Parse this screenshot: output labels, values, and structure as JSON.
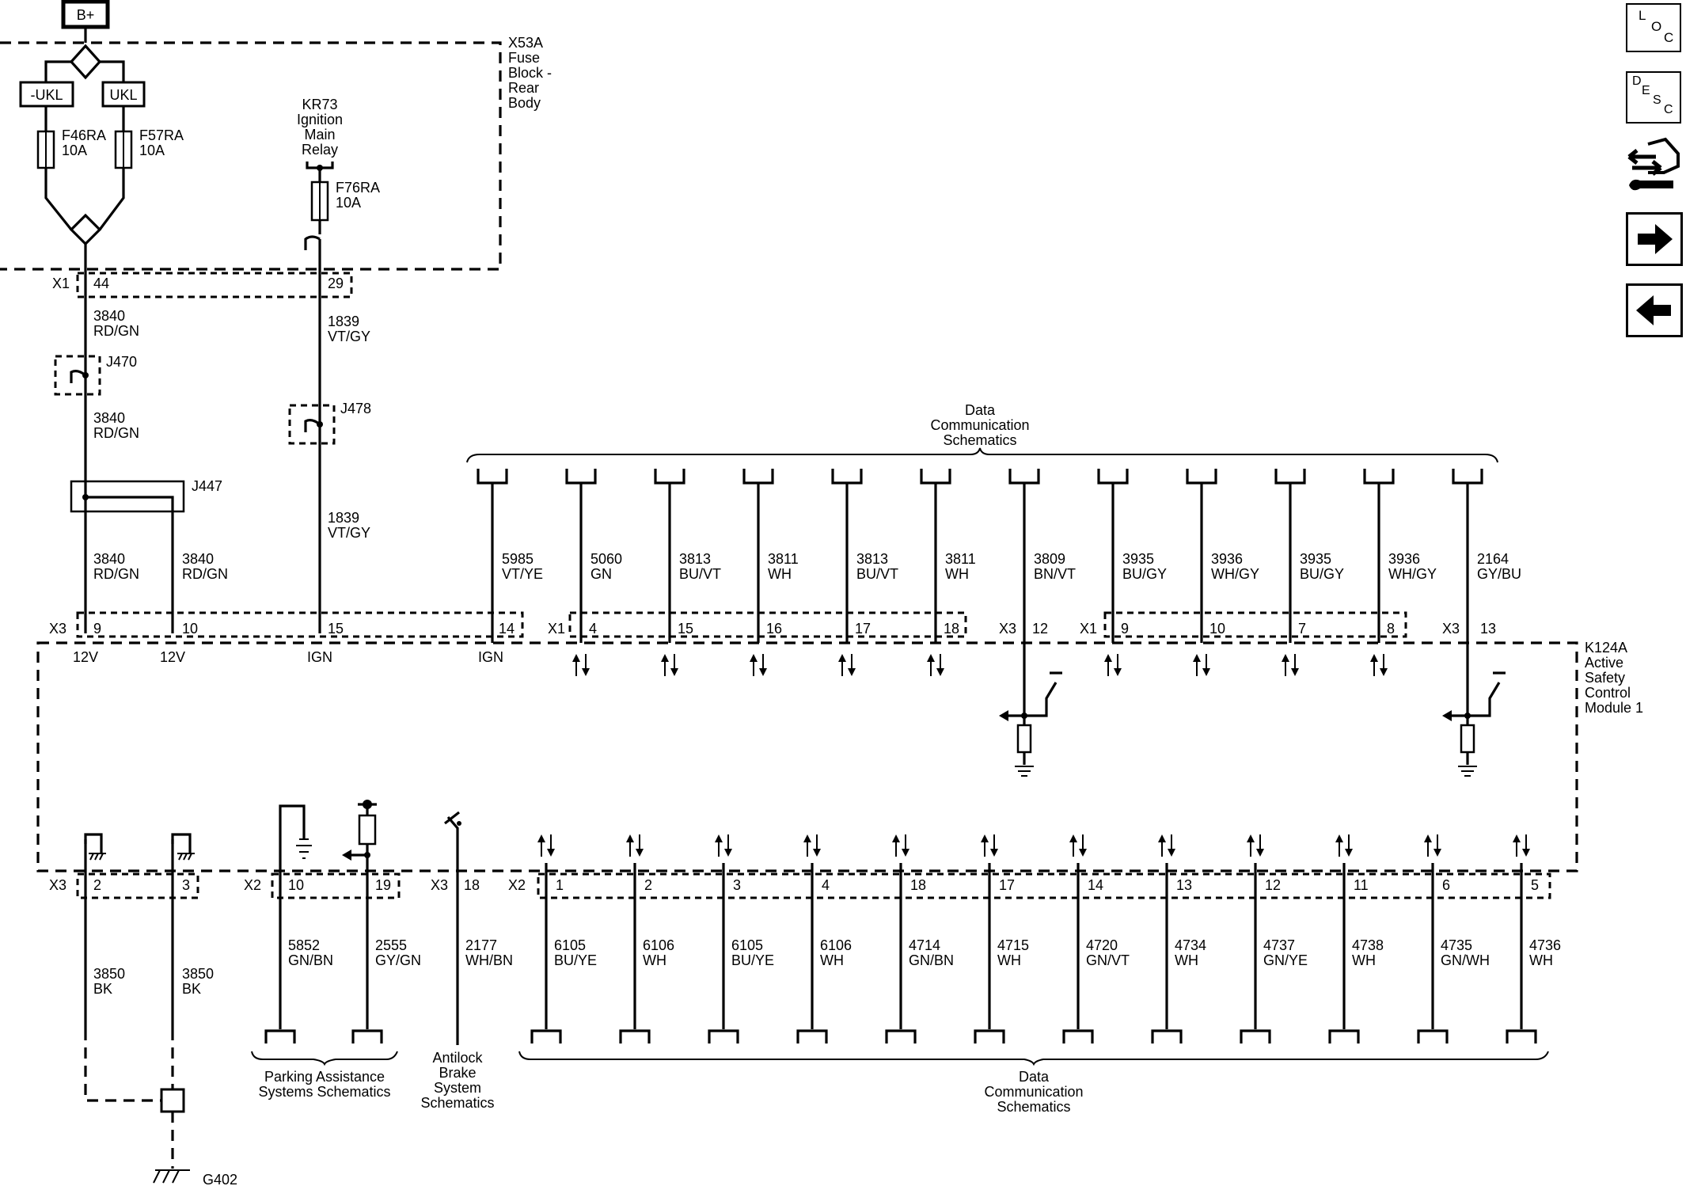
{
  "power": {
    "label": "B+"
  },
  "fuse_block": {
    "title_lines": [
      "X53A",
      "Fuse",
      "Block -",
      "Rear",
      "Body"
    ]
  },
  "ukl": {
    "left": "-UKL",
    "right": "UKL"
  },
  "fuses": {
    "f46": [
      "F46RA",
      "10A"
    ],
    "f57": [
      "F57RA",
      "10A"
    ],
    "f76": [
      "F76RA",
      "10A"
    ]
  },
  "relay": {
    "lines": [
      "KR73",
      "Ignition",
      "Main",
      "Relay"
    ]
  },
  "top_connector": {
    "x1": "X1",
    "pin44": "44",
    "pin29": "29"
  },
  "wires_upper": {
    "w3840a": [
      "3840",
      "RD/GN"
    ],
    "w1839a": [
      "1839",
      "VT/GY"
    ],
    "w3840b": [
      "3840",
      "RD/GN"
    ],
    "w1839b": [
      "1839",
      "VT/GY"
    ],
    "w3840c": [
      "3840",
      "RD/GN"
    ],
    "w3840d": [
      "3840",
      "RD/GN"
    ]
  },
  "splices": {
    "j470": "J470",
    "j478": "J478",
    "j447": "J447"
  },
  "dc_top": {
    "lines": [
      "Data",
      "Communication",
      "Schematics"
    ]
  },
  "module_top_wires": [
    [
      "5985",
      "VT/YE"
    ],
    [
      "5060",
      "GN"
    ],
    [
      "3813",
      "BU/VT"
    ],
    [
      "3811",
      "WH"
    ],
    [
      "3813",
      "BU/VT"
    ],
    [
      "3811",
      "WH"
    ],
    [
      "3809",
      "BN/VT"
    ],
    [
      "3935",
      "BU/GY"
    ],
    [
      "3936",
      "WH/GY"
    ],
    [
      "3935",
      "BU/GY"
    ],
    [
      "3936",
      "WH/GY"
    ],
    [
      "2164",
      "GY/BU"
    ]
  ],
  "module_top_pins": {
    "x3_left": "X3",
    "p9": "9",
    "p10": "10",
    "p15": "15",
    "p14": "14",
    "x1_a": "X1",
    "p4": "4",
    "p15b": "15",
    "p16": "16",
    "p17": "17",
    "p18": "18",
    "x3_mid": "X3",
    "p12": "12",
    "x1_b": "X1",
    "p9b": "9",
    "p10b": "10",
    "p7": "7",
    "p8": "8",
    "x3_right": "X3",
    "p13": "13"
  },
  "module_inputs": {
    "v1": "12V",
    "v2": "12V",
    "ign1": "IGN",
    "ign2": "IGN"
  },
  "module": {
    "title_lines": [
      "K124A",
      "Active",
      "Safety",
      "Control",
      "Module 1"
    ]
  },
  "module_bottom_pins": {
    "x3": "X3",
    "p2": "2",
    "p3": "3",
    "x2": "X2",
    "p10": "10",
    "p19": "19",
    "x3b": "X3",
    "p18": "18",
    "x2b": "X2",
    "dc": [
      "1",
      "2",
      "3",
      "4",
      "18",
      "17",
      "14",
      "13",
      "12",
      "11",
      "6",
      "5"
    ]
  },
  "bottom_wires": {
    "gnd_a": [
      "3850",
      "BK"
    ],
    "gnd_b": [
      "3850",
      "BK"
    ],
    "w5852": [
      "5852",
      "GN/BN"
    ],
    "w2555": [
      "2555",
      "GY/GN"
    ],
    "w2177": [
      "2177",
      "WH/BN"
    ],
    "dc": [
      [
        "6105",
        "BU/YE"
      ],
      [
        "6106",
        "WH"
      ],
      [
        "6105",
        "BU/YE"
      ],
      [
        "6106",
        "WH"
      ],
      [
        "4714",
        "GN/BN"
      ],
      [
        "4715",
        "WH"
      ],
      [
        "4720",
        "GN/VT"
      ],
      [
        "4734",
        "WH"
      ],
      [
        "4737",
        "GN/YE"
      ],
      [
        "4738",
        "WH"
      ],
      [
        "4735",
        "GN/WH"
      ],
      [
        "4736",
        "WH"
      ]
    ]
  },
  "bottom_refs": {
    "parking": [
      "Parking Assistance",
      "Systems Schematics"
    ],
    "abs": [
      "Antilock",
      "Brake",
      "System",
      "Schematics"
    ],
    "dc": [
      "Data",
      "Communication",
      "Schematics"
    ]
  },
  "ground": {
    "label": "G402"
  },
  "nav": {
    "loc": [
      "L",
      "O",
      "C"
    ],
    "desc": [
      "D",
      "E",
      "S",
      "C"
    ],
    "icons": [
      "connector-tool-icon",
      "arrow-right-icon",
      "arrow-left-icon"
    ]
  }
}
